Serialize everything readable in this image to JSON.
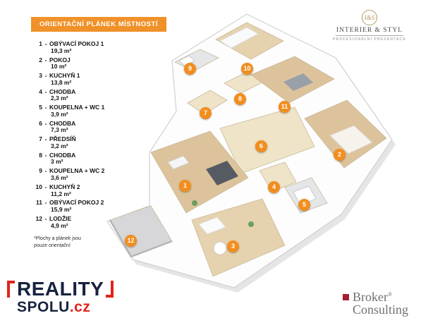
{
  "header": {
    "title": "ORIENTAČNÍ PLÁNEK MÍSTNOSTÍ"
  },
  "legend": {
    "sep": "-",
    "items": [
      {
        "number": "1",
        "name": "OBÝVACÍ POKOJ 1",
        "area": "19,3 m²"
      },
      {
        "number": "2",
        "name": "POKOJ",
        "area": "10 m²"
      },
      {
        "number": "3",
        "name": "KUCHYŇ 1",
        "area": "13,8 m²"
      },
      {
        "number": "4",
        "name": "CHODBA",
        "area": "2,3 m²"
      },
      {
        "number": "5",
        "name": "KOUPELNA + WC 1",
        "area": "3,9 m²"
      },
      {
        "number": "6",
        "name": "CHODBA",
        "area": "7,3 m²"
      },
      {
        "number": "7",
        "name": "PŘEDSÍŇ",
        "area": "3,2 m²"
      },
      {
        "number": "8",
        "name": "CHODBA",
        "area": "3 m²"
      },
      {
        "number": "9",
        "name": "KOUPELNA + WC 2",
        "area": "3,6 m²"
      },
      {
        "number": "10",
        "name": "KUCHYŇ 2",
        "area": "11,2 m²"
      },
      {
        "number": "11",
        "name": "OBÝVACÍ POKOJ 2",
        "area": "15,9 m²"
      },
      {
        "number": "12",
        "name": "LODŽIE",
        "area": "4,9 m²"
      }
    ],
    "footnote_line1": "*Plochy a plánek jsou",
    "footnote_line2": "pouze orientační"
  },
  "plan": {
    "markers": [
      {
        "number": "1"
      },
      {
        "number": "2"
      },
      {
        "number": "3"
      },
      {
        "number": "4"
      },
      {
        "number": "5"
      },
      {
        "number": "6"
      },
      {
        "number": "7"
      },
      {
        "number": "8"
      },
      {
        "number": "9"
      },
      {
        "number": "10"
      },
      {
        "number": "11"
      },
      {
        "number": "12"
      }
    ]
  },
  "logos": {
    "interier": {
      "monogram": "I&S",
      "name": "INTERIER & STYL",
      "tagline": "PROFESIONÁLNÍ PREZENTACE"
    },
    "reality": {
      "line1": "REALITY",
      "line2": "SPOLU",
      "suffix": ".cz"
    },
    "broker": {
      "line1": "Broker",
      "line2": "Consulting",
      "reg": "®"
    }
  },
  "colors": {
    "accent_orange": "#f28e1e",
    "brand_red": "#e2231a",
    "broker_claret": "#a61c30",
    "wood_floor": "#ddc39b",
    "tile_gray": "#e5e6e8"
  }
}
